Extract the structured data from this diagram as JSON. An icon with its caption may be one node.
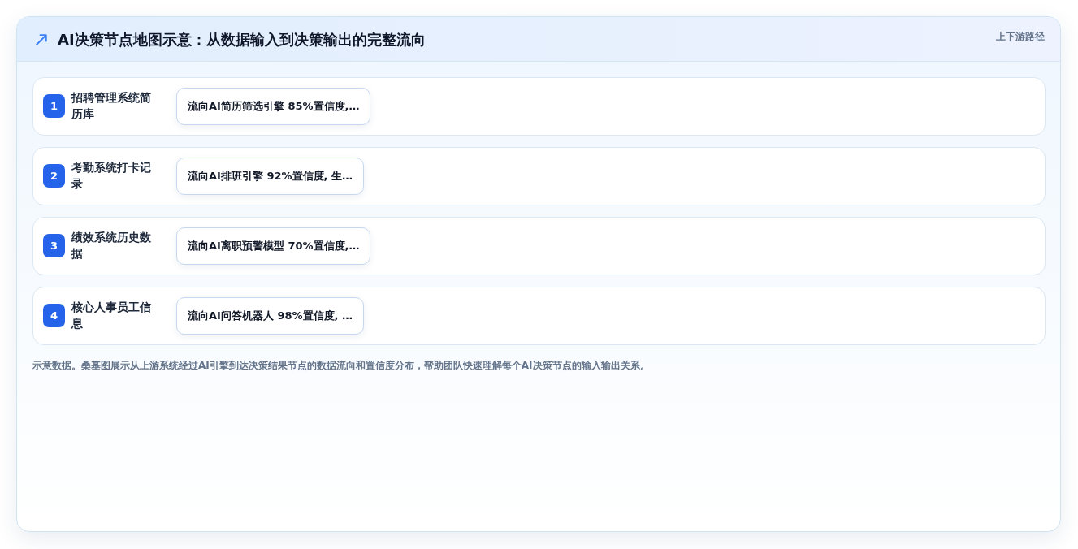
{
  "diagram": {
    "title": "AI决策节点地图示意：从数据输入到决策输出的完整流向",
    "nodes": [
      {
        "text": [
          "招聘管理系统简历库"
        ]
      },
      {
        "text": [
          "1"
        ],
        "in": 0
      },
      {
        "text": [
          "流向AI简历筛选引擎 85%置信度,…"
        ],
        "in": 0
      },
      {
        "text": [
          "考勤系统打卡记录"
        ]
      },
      {
        "text": [
          "2"
        ],
        "in": 3
      },
      {
        "text": [
          "流向AI排班引擎 92%置信度, 生…"
        ],
        "in": 3
      },
      {
        "text": [
          "绩效系统历史数据"
        ]
      },
      {
        "text": [
          "3"
        ],
        "in": 6
      },
      {
        "text": [
          "流向AI离职预警模型 70%置信度,…"
        ],
        "in": 6
      },
      {
        "text": [
          "核心人事员工信息"
        ]
      },
      {
        "text": [
          "4"
        ],
        "in": 9
      },
      {
        "text": [
          "流向AI问答机器人 98%置信度, …"
        ],
        "in": 9
      }
    ],
    "labels": [
      "上下游路径"
    ],
    "caption": "示意数据。桑基图展示从上游系统经过AI引擎到达决策结果节点的数据流向和置信度分布，帮助团队快速理解每个AI决策节点的输入输出关系。"
  }
}
